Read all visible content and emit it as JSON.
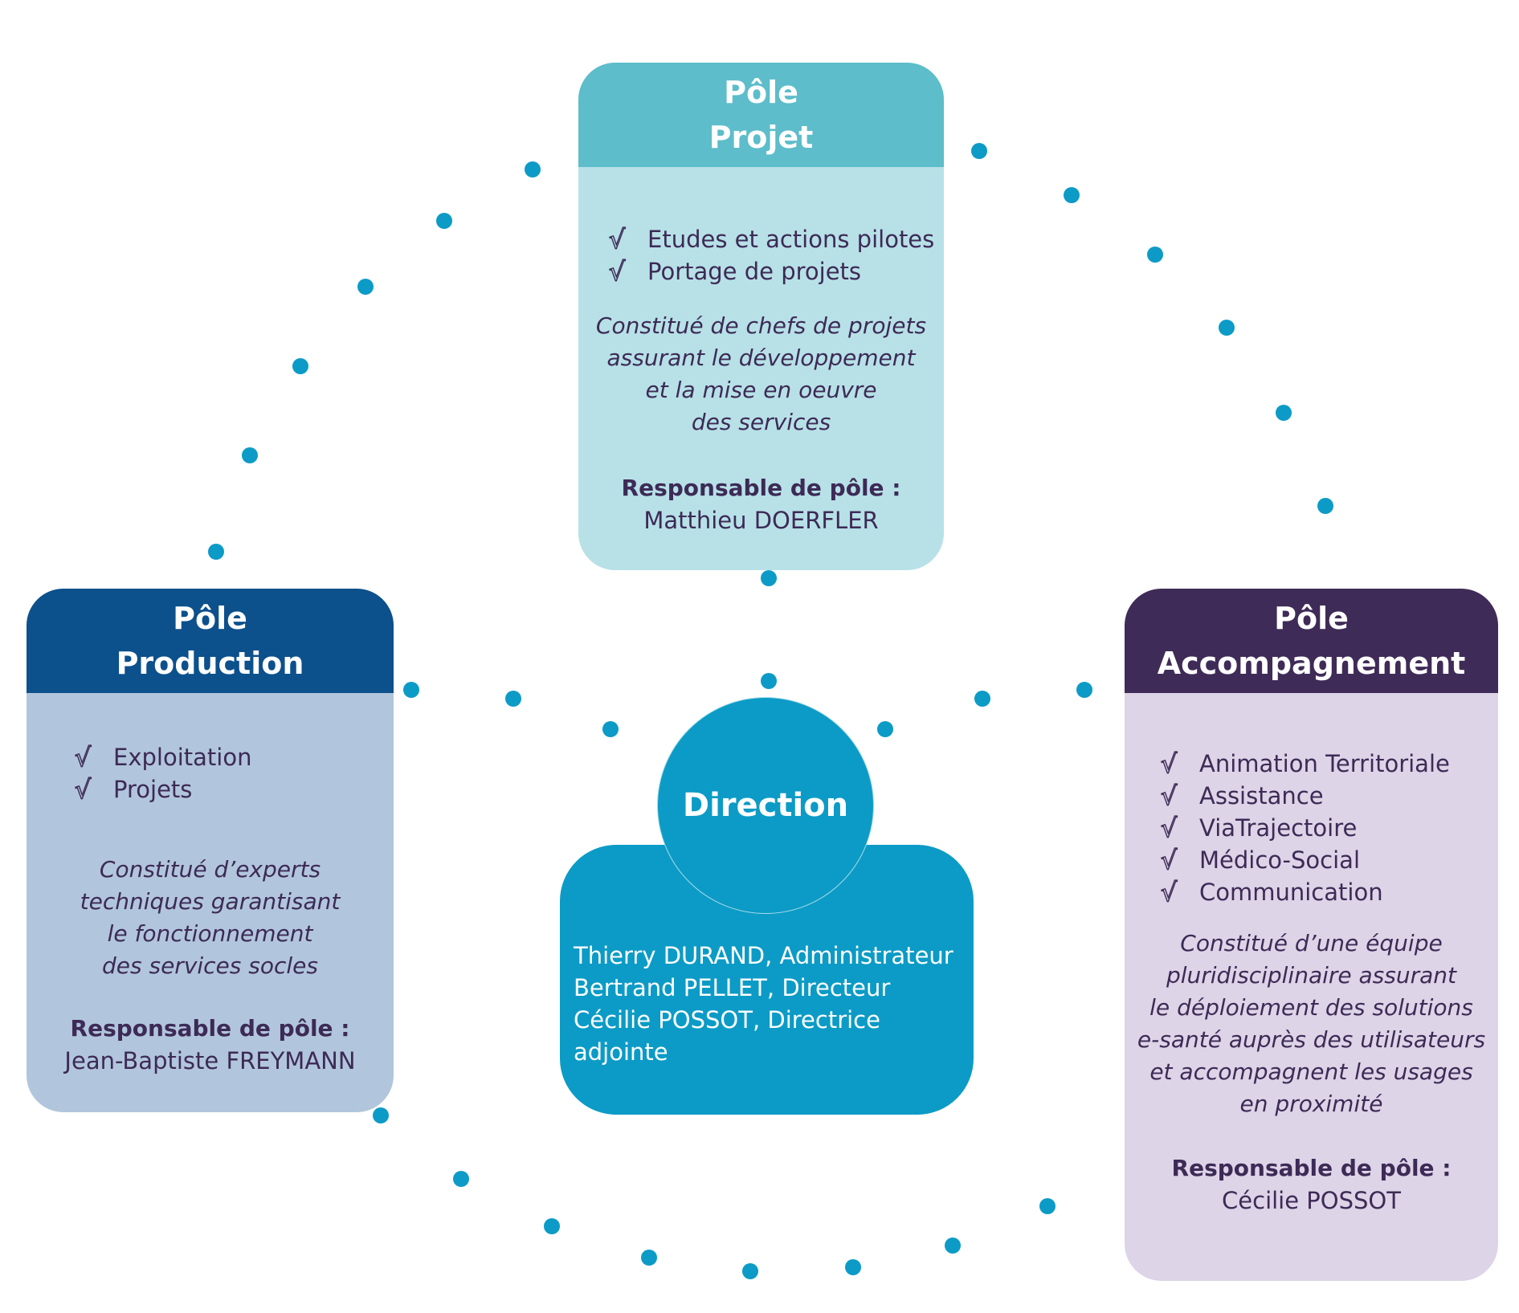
{
  "diagram_title": "Organisation",
  "colors": {
    "dot": "#0c9bc6",
    "projet_header": "#5dbdca",
    "projet_body": "#b7e1e7",
    "production_header": "#0c508c",
    "production_body": "#b1c6dc",
    "accompagnement_header": "#3f2b57",
    "accompagnement_body": "#ddd4e7",
    "direction": "#0c9bc6",
    "text_dark": "#3d2a56"
  },
  "poles": {
    "projet": {
      "title_line1": "Pôle",
      "title_line2": "Projet",
      "checks": [
        "Etudes et actions pilotes",
        "Portage de projets"
      ],
      "description": "Constitué de chefs de projets\nassurant le développement\n et la mise en oeuvre\n des services",
      "responsable_label": "Responsable de pôle :",
      "responsable_name": "Matthieu DOERFLER"
    },
    "production": {
      "title_line1": "Pôle",
      "title_line2": "Production",
      "checks": [
        "Exploitation",
        "Projets"
      ],
      "description": "Constitué d’experts\ntechniques garantisant\nle fonctionnement\ndes services socles",
      "responsable_label": "Responsable de pôle :",
      "responsable_name": "Jean-Baptiste FREYMANN"
    },
    "accompagnement": {
      "title_line1": "Pôle",
      "title_line2": "Accompagnement",
      "checks": [
        "Animation Territoriale",
        "Assistance",
        "ViaTrajectoire",
        "Médico-Social",
        "Communication"
      ],
      "description": "Constitué d’une équipe\npluridisciplinaire assurant\nle déploiement des solutions\ne-santé auprès des utilisateurs\net accompagnent les usages\nen proximité",
      "responsable_label": "Responsable de pôle :",
      "responsable_name": "Cécilie POSSOT"
    }
  },
  "direction": {
    "title": "Direction",
    "members": [
      "Thierry DURAND, Administrateur",
      "Bertrand PELLET, Directeur",
      "Cécilie POSSOT, Directrice",
      "adjointe"
    ]
  },
  "check_glyph": "√"
}
